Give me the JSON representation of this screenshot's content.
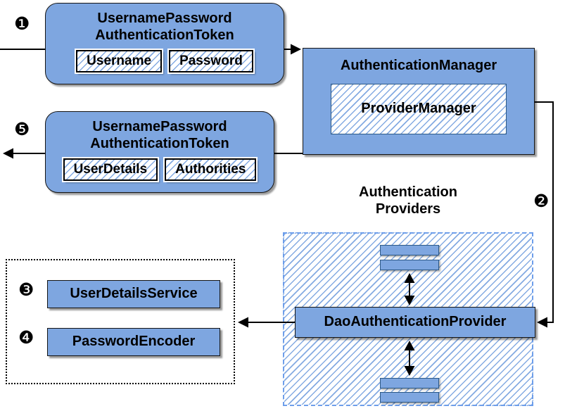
{
  "colors": {
    "node_fill": "#7EA6E0",
    "hatch_stroke": "#7EA6E0",
    "dashed_border": "#6D9EEB",
    "arrow": "#000000"
  },
  "badges": {
    "step1": "❶",
    "step2": "❷",
    "step3": "❸",
    "step4": "❹",
    "step5": "❺"
  },
  "request_token": {
    "title1": "UsernamePassword",
    "title2": "AuthenticationToken",
    "field1": "Username",
    "field2": "Password"
  },
  "auth_manager": {
    "title": "AuthenticationManager",
    "inner": "ProviderManager"
  },
  "result_token": {
    "title1": "UsernamePassword",
    "title2": "AuthenticationToken",
    "field1": "UserDetails",
    "field2": "Authorities"
  },
  "providers": {
    "label1": "Authentication",
    "label2": "Providers"
  },
  "dao_provider": {
    "label": "DaoAuthenticationProvider"
  },
  "services": {
    "user_details_service": "UserDetailsService",
    "password_encoder": "PasswordEncoder"
  }
}
